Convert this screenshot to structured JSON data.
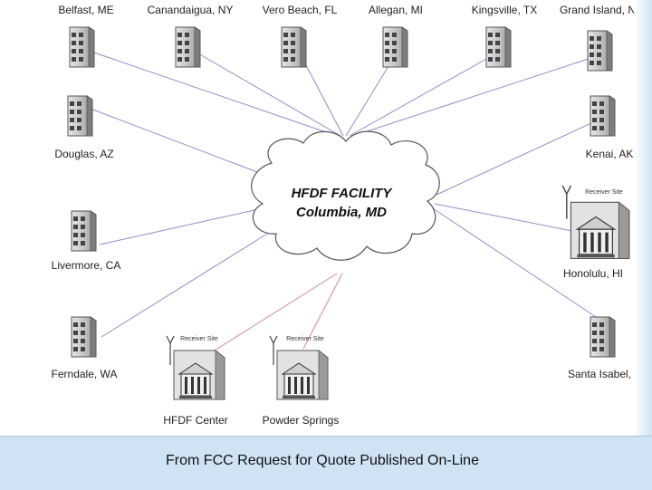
{
  "diagram": {
    "hub": {
      "line1": "HFDF FACILITY",
      "line2": "Columbia, MD"
    },
    "sites": [
      {
        "id": "belfast",
        "label": "Belfast, ME"
      },
      {
        "id": "canandaigua",
        "label": "Canandaigua, NY"
      },
      {
        "id": "vero-beach",
        "label": "Vero Beach, FL"
      },
      {
        "id": "allegan",
        "label": "Allegan, MI"
      },
      {
        "id": "kingsville",
        "label": "Kingsville, TX"
      },
      {
        "id": "grand-island",
        "label": "Grand Island, NE"
      },
      {
        "id": "douglas",
        "label": "Douglas, AZ"
      },
      {
        "id": "kenai",
        "label": "Kenai, AK"
      },
      {
        "id": "livermore",
        "label": "Livermore, CA"
      },
      {
        "id": "honolulu",
        "label": "Honolulu, HI"
      },
      {
        "id": "ferndale",
        "label": "Ferndale, WA"
      },
      {
        "id": "santa-isabel",
        "label": "Santa Isabel, PR"
      }
    ],
    "receiver_sites": [
      {
        "id": "hfdf-center",
        "label": "HFDF Center",
        "tag": "Receiver Site"
      },
      {
        "id": "powder-springs",
        "label": "Powder Springs",
        "tag": "Receiver Site"
      }
    ],
    "honolulu_tag": "Receiver Site",
    "colors": {
      "link_line": "#8a90c8",
      "receiver_link": "#d08a8a",
      "caption_bg": "#cfe3f5"
    }
  },
  "caption": "From FCC Request for Quote Published On-Line"
}
